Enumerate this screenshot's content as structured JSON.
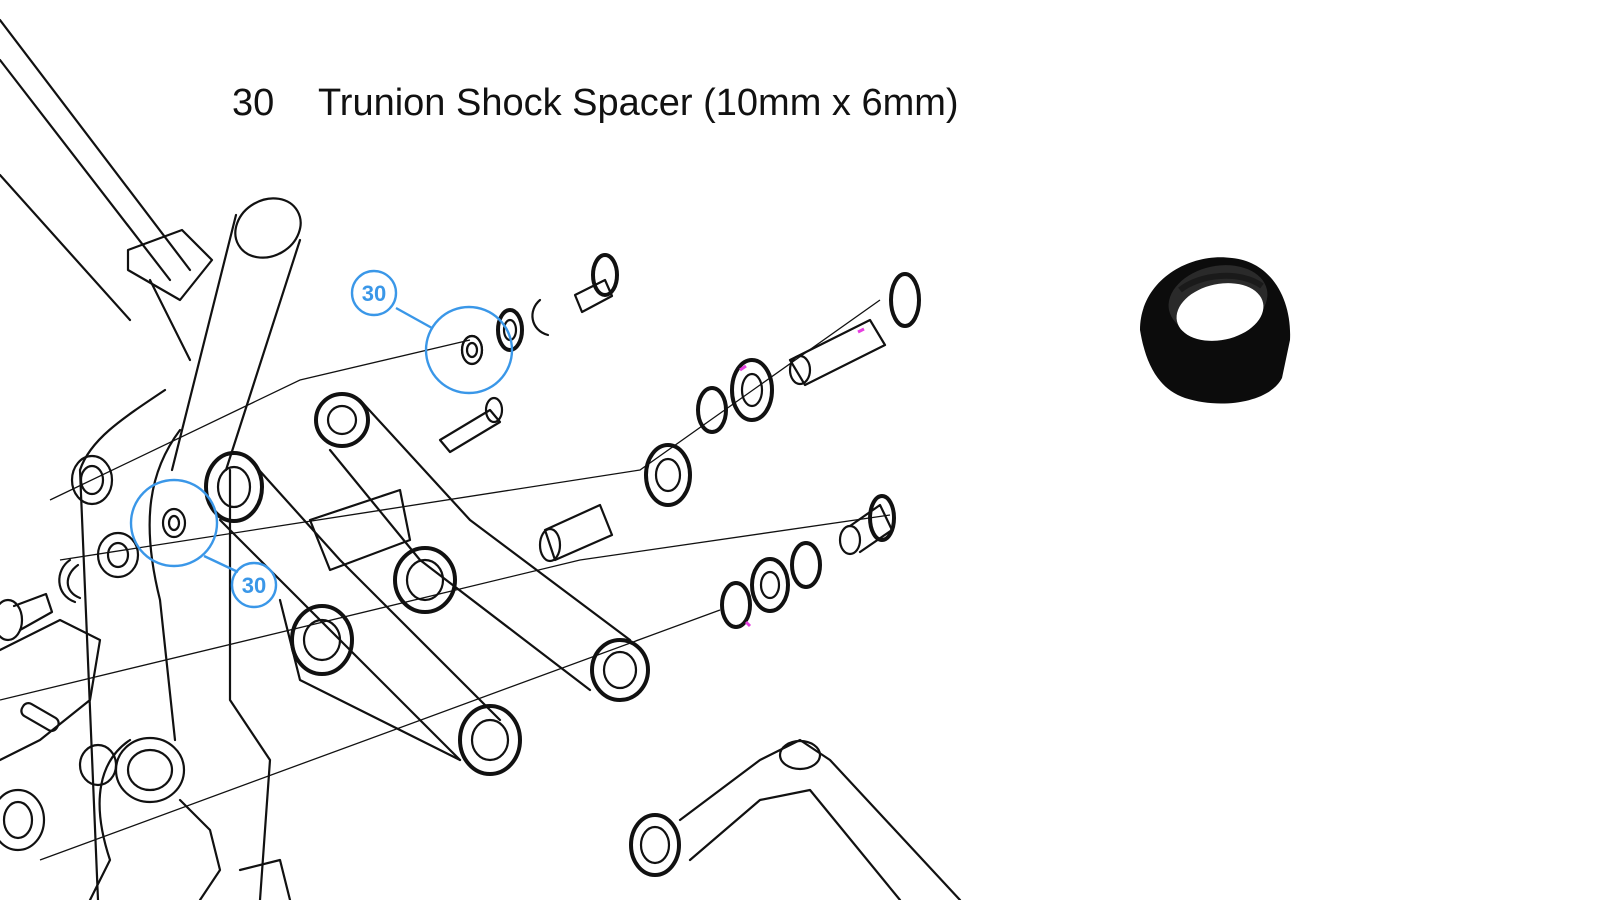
{
  "header": {
    "part_number": "30",
    "part_name": "Trunion Shock Spacer (10mm x 6mm)"
  },
  "callouts": [
    {
      "label": "30"
    },
    {
      "label": "30"
    }
  ],
  "colors": {
    "callout": "#3a97e8",
    "line": "#111111",
    "highlight": "#e63fe0",
    "spacer_body": "#0c0c0c"
  },
  "icons": {
    "spacer_photo": "spacer-render-icon",
    "diagram": "exploded-frame-diagram"
  }
}
